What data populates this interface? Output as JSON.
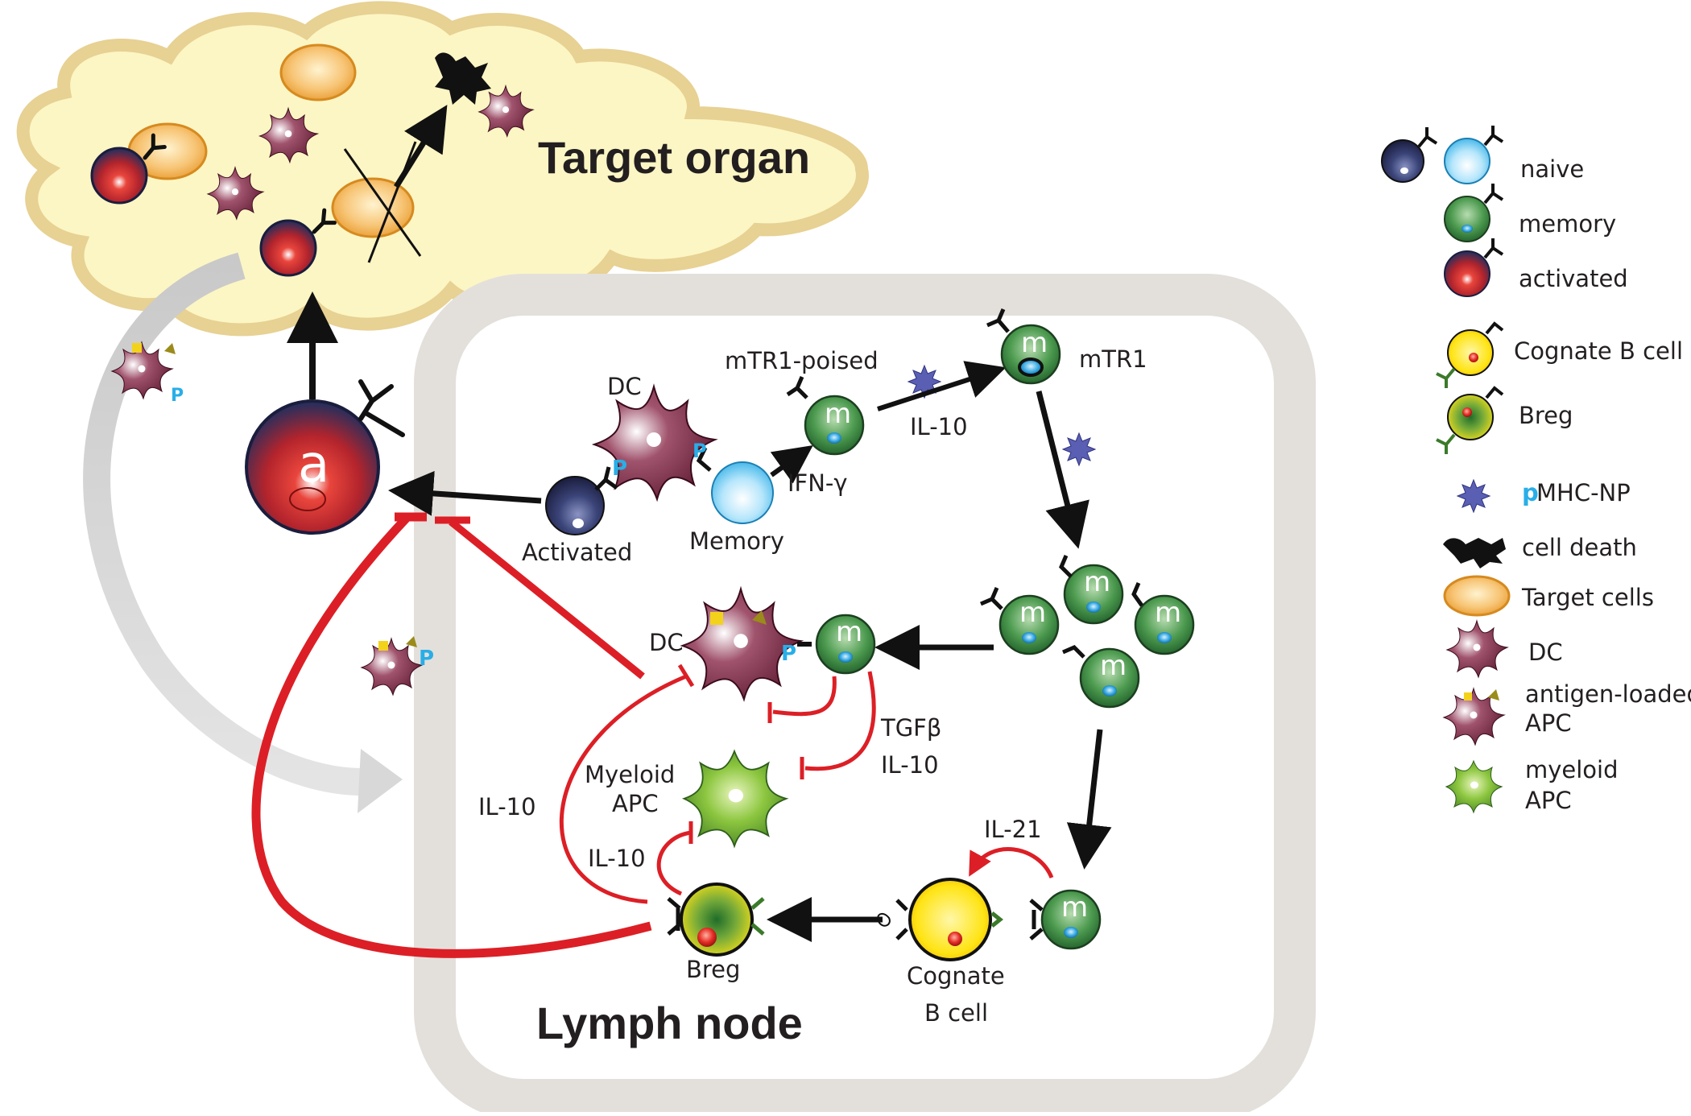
{
  "colors": {
    "cloud_fill": "#fcf6c4",
    "cloud_stroke": "#e7d193",
    "lymph_node_border": "#e3e0dc",
    "inhibition_red": "#dc1f26",
    "arrow_black": "#111111",
    "naive_dark": "#323a63",
    "naive_light": "#9fdcf7",
    "memory_green": "#3f8a45",
    "activated_red": "#c3282d",
    "cognate_yellow": "#ffe415",
    "dc_maroon": "#7a2840",
    "myeloid_green": "#74b33a",
    "target_orange": "#f0a94b",
    "pmhc_blue": "#5a5fb3",
    "p_cyan": "#29aee7"
  },
  "regions": {
    "target_organ": "Target organ",
    "lymph_node": "Lymph node"
  },
  "cell_letters": {
    "activated": "a",
    "memory": "m"
  },
  "labels": {
    "dc_top": "DC",
    "mtr1_poised": "mTR1-poised",
    "mtr1": "mTR1",
    "il10_top": "IL-10",
    "ifn_gamma": "IFN-γ",
    "activated": "Activated",
    "memory": "Memory",
    "dc_middle": "DC",
    "tgf_beta": "TGFβ",
    "il10_tgf": "IL-10",
    "myeloid_apc_1": "Myeloid",
    "myeloid_apc_2": "APC",
    "il10_left": "IL-10",
    "il10_breg": "IL-10",
    "il21": "IL-21",
    "breg": "Breg",
    "cognate_1": "Cognate",
    "cognate_2": "B cell"
  },
  "legend": [
    {
      "icon": "naive-t-cell-icons",
      "label": "naive"
    },
    {
      "icon": "memory-t-cell-icon",
      "label": "memory"
    },
    {
      "icon": "activated-t-cell-icon",
      "label": "activated"
    },
    {
      "icon": "cognate-b-cell-icon",
      "label": "Cognate B cell"
    },
    {
      "icon": "breg-icon",
      "label": "Breg"
    },
    {
      "icon": "pmhc-np-icon",
      "label_prefix": "p",
      "label": "MHC-NP"
    },
    {
      "icon": "cell-death-icon",
      "label": "cell death"
    },
    {
      "icon": "target-cell-icon",
      "label": "Target cells"
    },
    {
      "icon": "dc-icon",
      "label": "DC"
    },
    {
      "icon": "antigen-loaded-apc-icon",
      "label": "antigen-loaded",
      "label2": "APC"
    },
    {
      "icon": "myeloid-apc-icon",
      "label": "myeloid",
      "label2": "APC"
    }
  ]
}
